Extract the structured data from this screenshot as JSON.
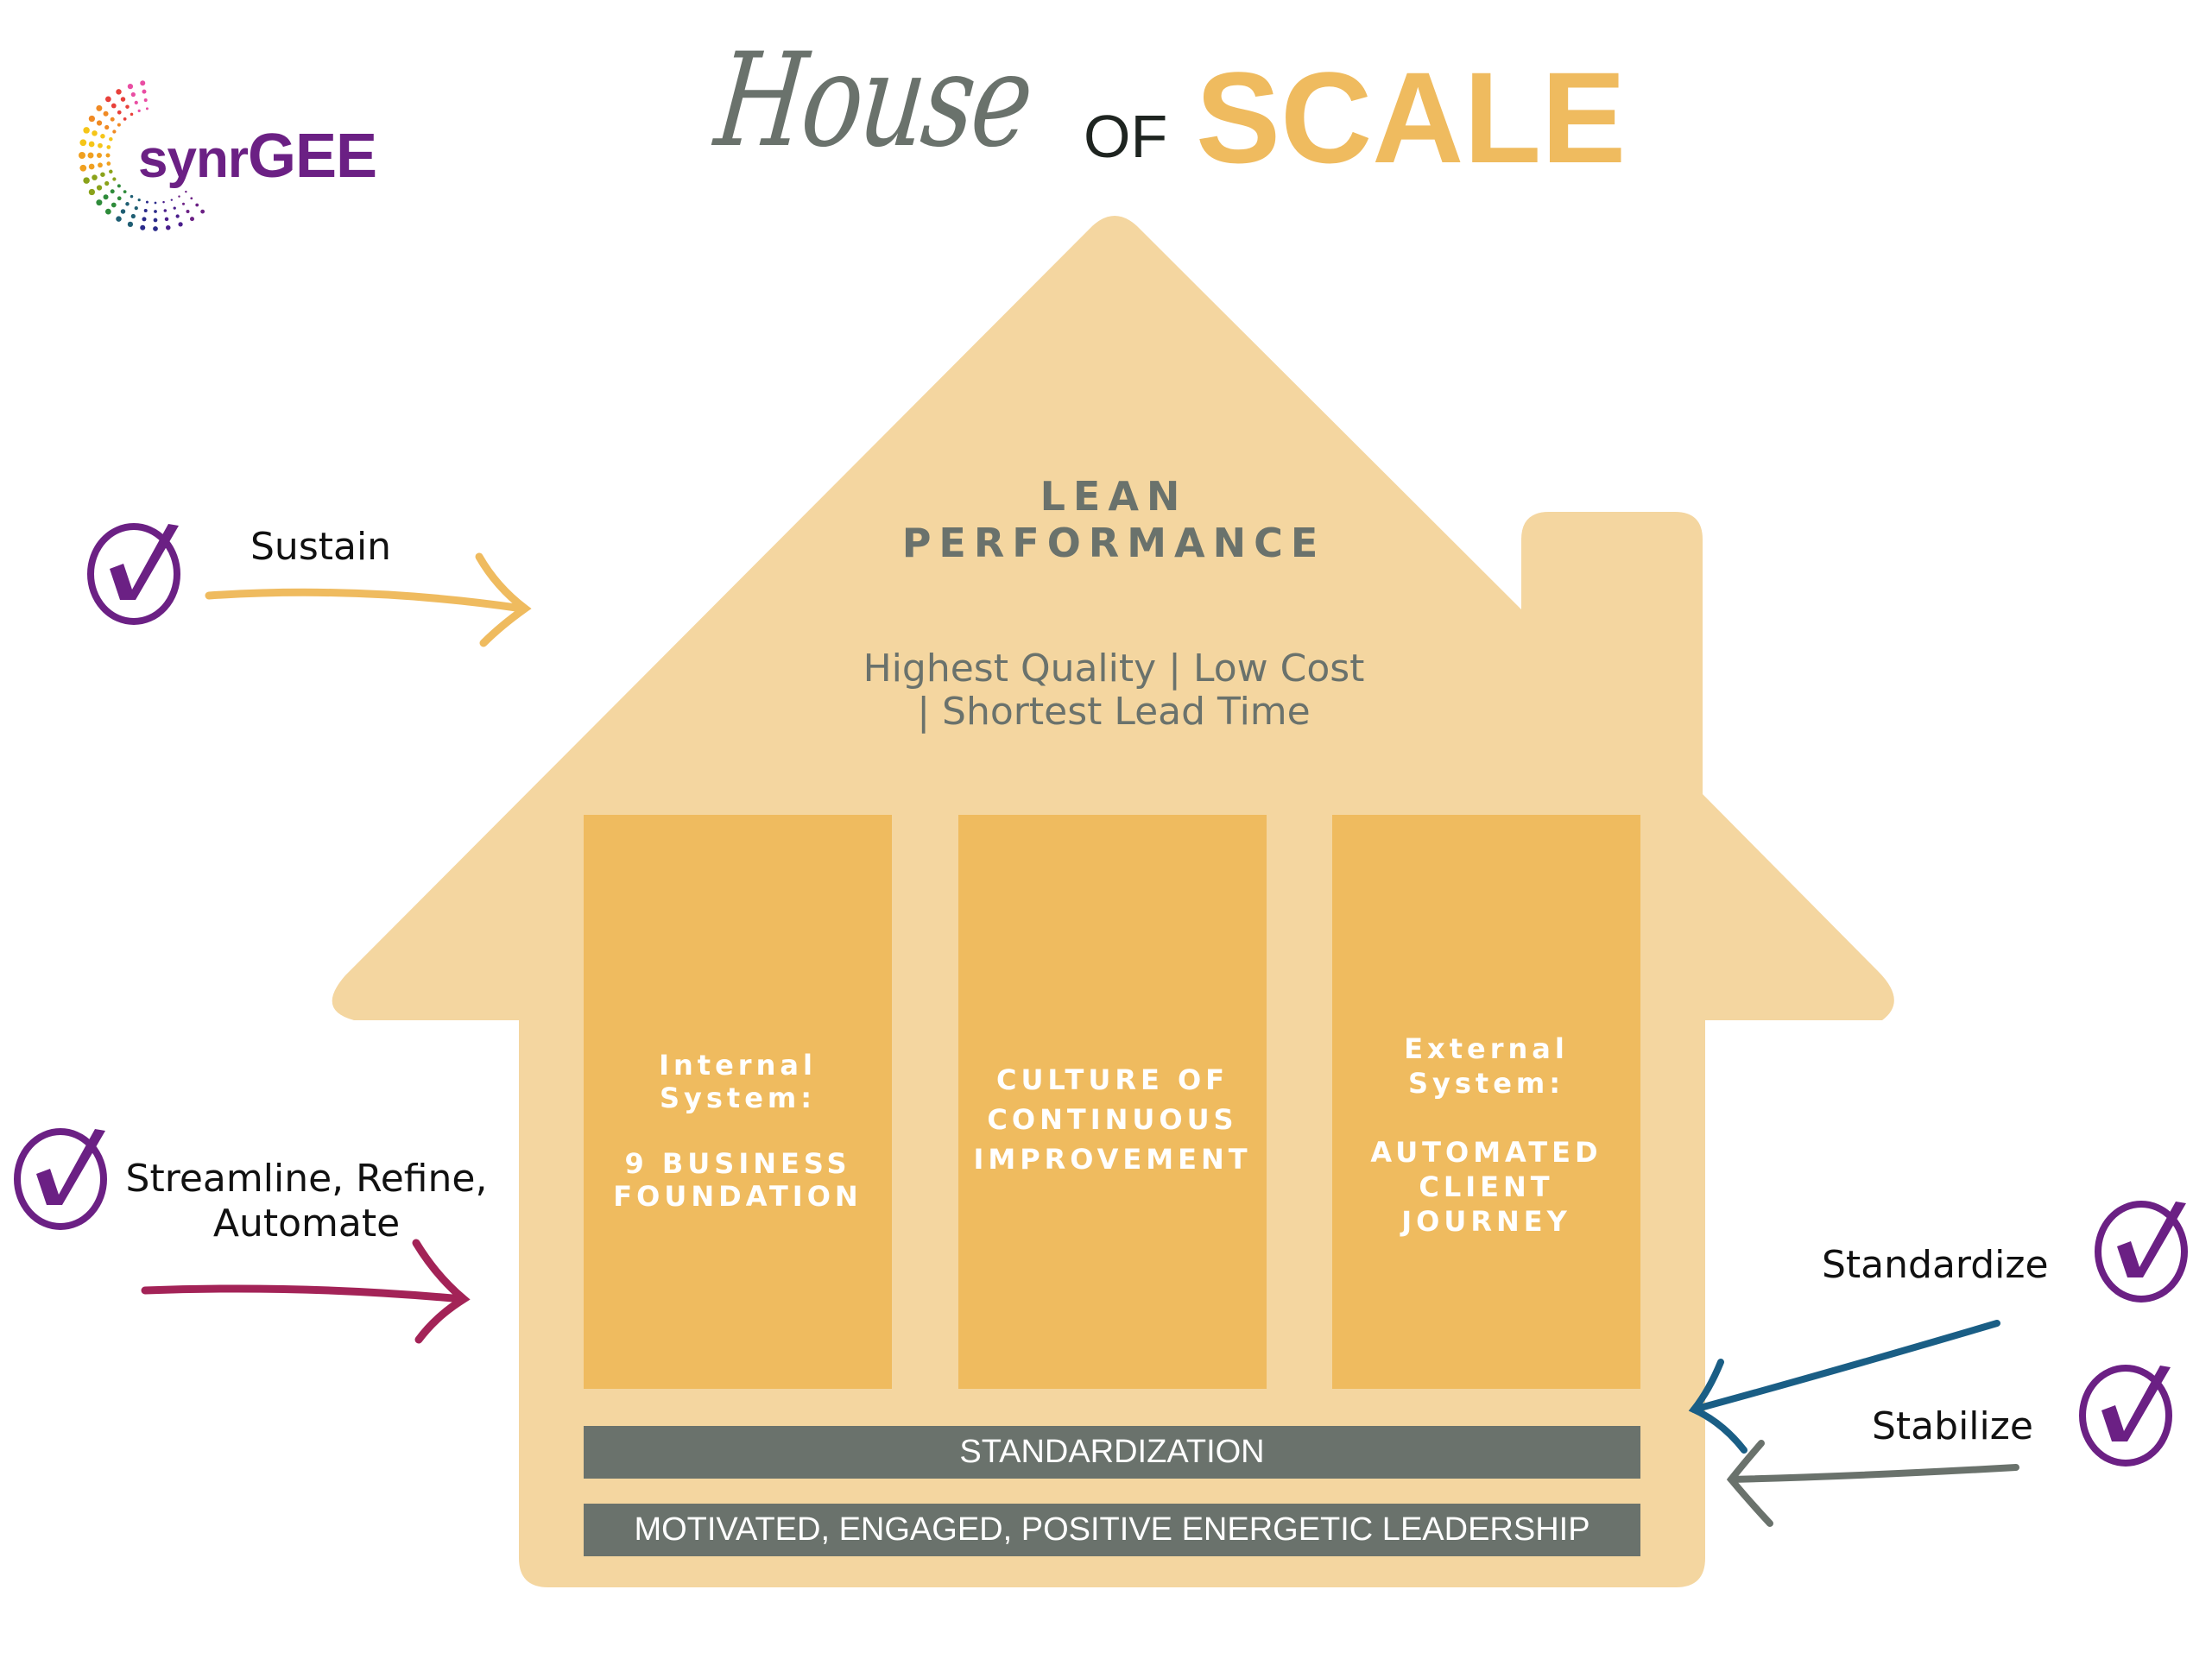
{
  "logo": {
    "prefix": "synr",
    "suffix": "GEE"
  },
  "title": {
    "part1": "House",
    "part2": "OF",
    "part3": "SCALE"
  },
  "roof": {
    "heading_line1": "LEAN",
    "heading_line2": "PERFORMANCE",
    "subtitle_line1": "Highest Quality | Low Cost",
    "subtitle_line2": "| Shortest Lead Time"
  },
  "pillars": [
    {
      "lines": [
        "Internal",
        "System:",
        "",
        "9 BUSINESS",
        "FOUNDATION"
      ]
    },
    {
      "lines": [
        "CULTURE OF",
        "CONTINUOUS",
        "IMPROVEMENT"
      ]
    },
    {
      "lines": [
        "External",
        "System:",
        "",
        "AUTOMATED",
        "CLIENT",
        "JOURNEY"
      ]
    }
  ],
  "foundation": {
    "bar1": "STANDARDIZATION",
    "bar2": "MOTIVATED, ENGAGED, POSITIVE ENERGETIC LEADERSHIP"
  },
  "side_labels": {
    "sustain": "Sustain",
    "streamline_line1": "Streamline, Refine,",
    "streamline_line2": "Automate",
    "standardize": "Standardize",
    "stabilize": "Stabilize"
  },
  "colors": {
    "house": "#F4D6A0",
    "pillar": "#EFBB5F",
    "bar": "#6A726C",
    "check": "#6B2084",
    "arrow_sustain": "#EFBB5F",
    "arrow_streamline": "#A32357",
    "arrow_standardize": "#1A5E85",
    "arrow_stabilize": "#6A726C"
  }
}
